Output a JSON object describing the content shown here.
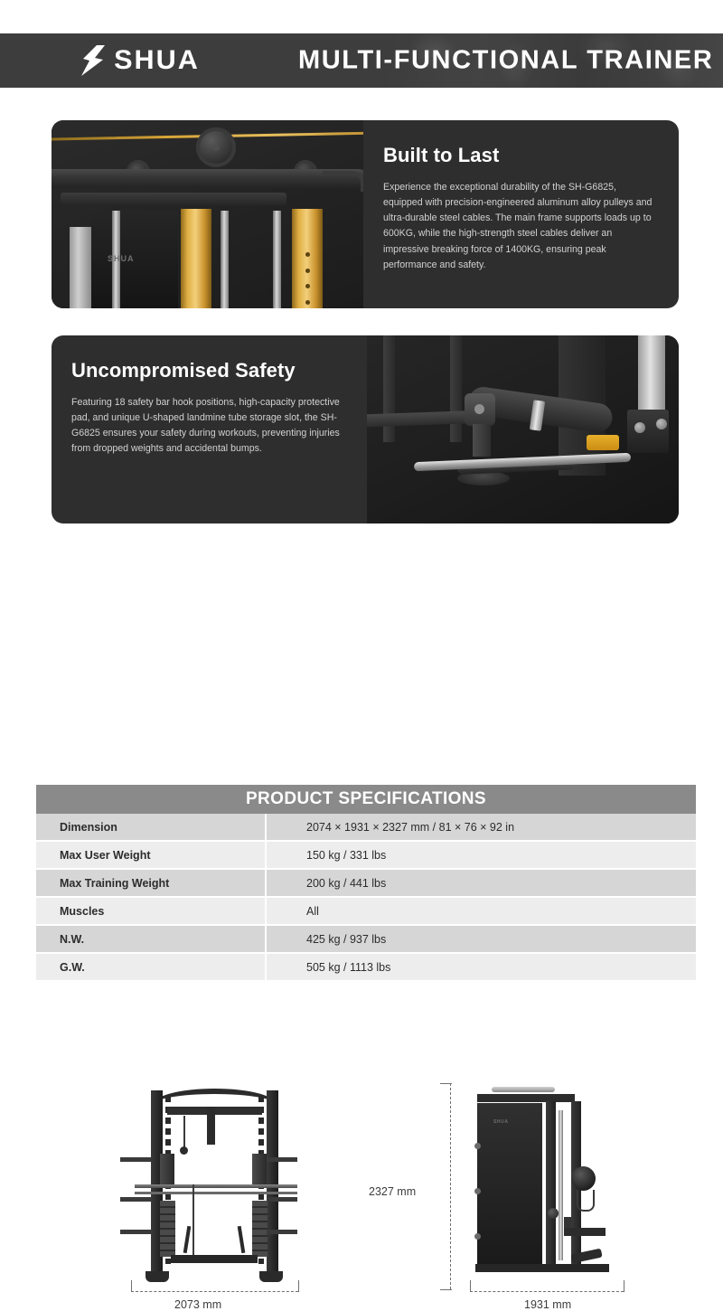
{
  "header": {
    "logo_text": "SHUA",
    "logo_icon": "lightning-bolt-icon",
    "title": "MULTI-FUNCTIONAL TRAINER",
    "background_color": "#3d3d3d"
  },
  "panels": [
    {
      "id": "built-to-last",
      "heading": "Built to Last",
      "body": "Experience the exceptional durability of the SH-G6825, equipped with precision-engineered aluminum alloy pulleys and ultra-durable steel cables. The main frame supports loads up to 600KG, while the high-strength steel cables deliver an impressive breaking force of 1400KG, ensuring peak performance and safety.",
      "media_position": "left",
      "accent_color": "#d6a437",
      "background_color": "#2e2e2e"
    },
    {
      "id": "uncompromised-safety",
      "heading": "Uncompromised Safety",
      "body": "Featuring 18 safety bar hook positions, high-capacity protective pad, and unique U-shaped landmine tube storage slot, the SH-G6825 ensures your safety during workouts, preventing injuries from dropped weights and accidental bumps.",
      "media_position": "right",
      "accent_color": "#e8b02c",
      "background_color": "#2e2e2e"
    }
  ],
  "dimensions": {
    "front_view_width": "2073 mm",
    "side_view_width": "1931 mm",
    "height": "2327 mm",
    "machine_logo": "SHUA"
  },
  "specifications": {
    "title": "PRODUCT SPECIFICATIONS",
    "rows": [
      {
        "label": "Dimension",
        "value": "2074 × 1931 × 2327 mm / 81 × 76 × 92 in"
      },
      {
        "label": "Max User Weight",
        "value": "150 kg / 331 lbs"
      },
      {
        "label": "Max Training Weight",
        "value": "200 kg / 441 lbs"
      },
      {
        "label": "Muscles",
        "value": "All"
      },
      {
        "label": "N.W.",
        "value": "425 kg / 937 lbs"
      },
      {
        "label": "G.W.",
        "value": "505 kg / 1113 lbs"
      }
    ]
  }
}
